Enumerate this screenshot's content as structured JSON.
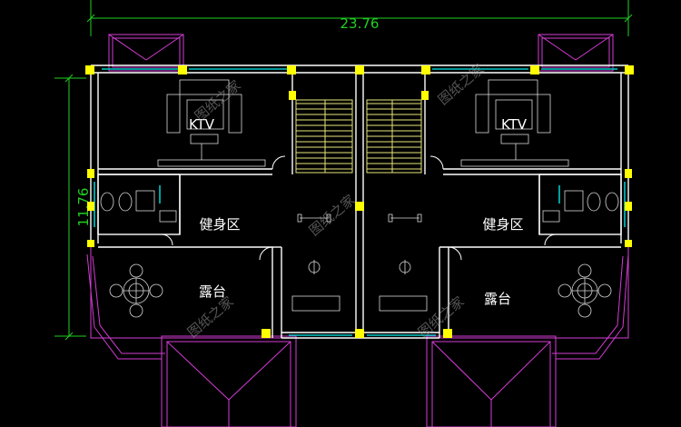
{
  "dimensions": {
    "overall_width": "23.76",
    "overall_depth": "11.76"
  },
  "rooms": {
    "ktv_left": "KTV",
    "ktv_right": "KTV",
    "gym_left": "健身区",
    "gym_right": "健身区",
    "terrace_left": "露台",
    "terrace_right": "露台"
  },
  "watermarks": [
    "图纸之家",
    "图纸之家",
    "图纸之家",
    "图纸之家",
    "图纸之家"
  ],
  "colors": {
    "background": "#000000",
    "dimension": "#1fd11f",
    "wall": "#ffffff",
    "outline": "#d63cd6",
    "column": "#ffff00",
    "window": "#00c8c8",
    "stair": "#e6e67a",
    "furniture": "#d8d8d8",
    "watermark": "#9a9a9a"
  }
}
